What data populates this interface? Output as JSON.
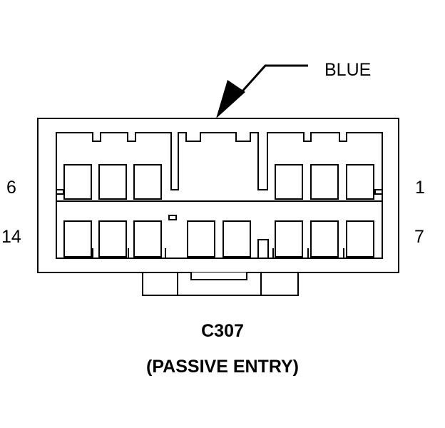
{
  "connector": {
    "id": "C307",
    "subtitle": "(PASSIVE ENTRY)",
    "color_callout": "BLUE"
  },
  "pin_labels": {
    "top_left": "6",
    "top_right": "1",
    "bottom_left": "14",
    "bottom_right": "7"
  },
  "colors": {
    "line": "#000000",
    "background": "#ffffff"
  }
}
